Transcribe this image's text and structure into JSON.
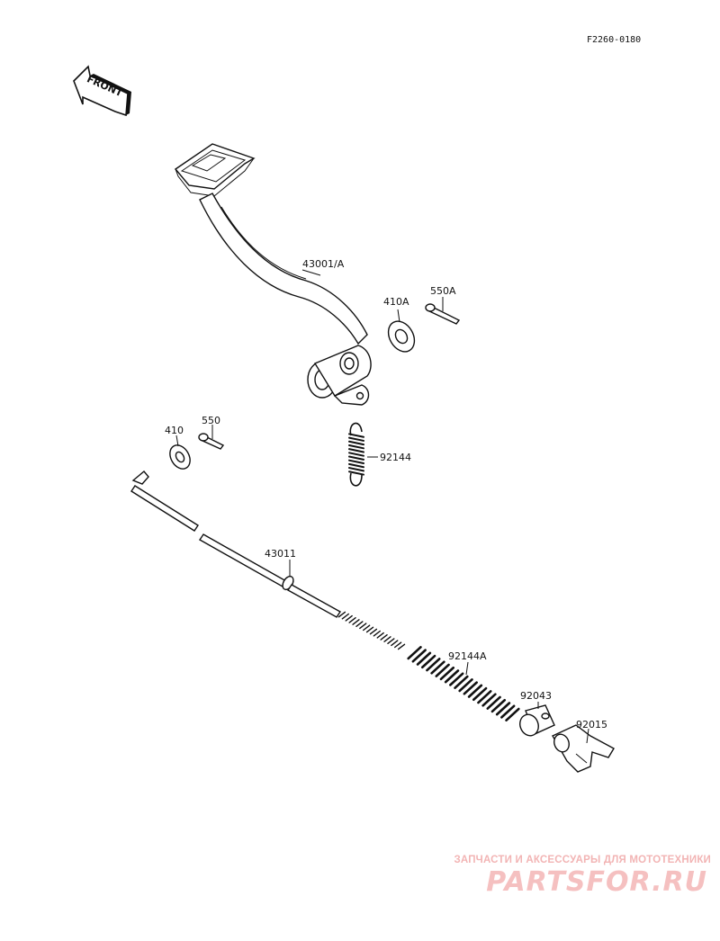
{
  "diagram_code": "F2260-0180",
  "front_label": "FRONT",
  "parts": [
    {
      "id": "43001/A"
    },
    {
      "id": "410A"
    },
    {
      "id": "550A"
    },
    {
      "id": "410"
    },
    {
      "id": "550"
    },
    {
      "id": "92144"
    },
    {
      "id": "43011"
    },
    {
      "id": "92144A"
    },
    {
      "id": "92043"
    },
    {
      "id": "92015"
    }
  ],
  "watermark": {
    "tagline": "ЗАПЧАСТИ И АКСЕССУАРЫ ДЛЯ МОТОТЕХНИКИ",
    "logo": "PARTSFOR.RU"
  },
  "colors": {
    "ink": "#111111",
    "watermark": "#f2b4b4"
  }
}
